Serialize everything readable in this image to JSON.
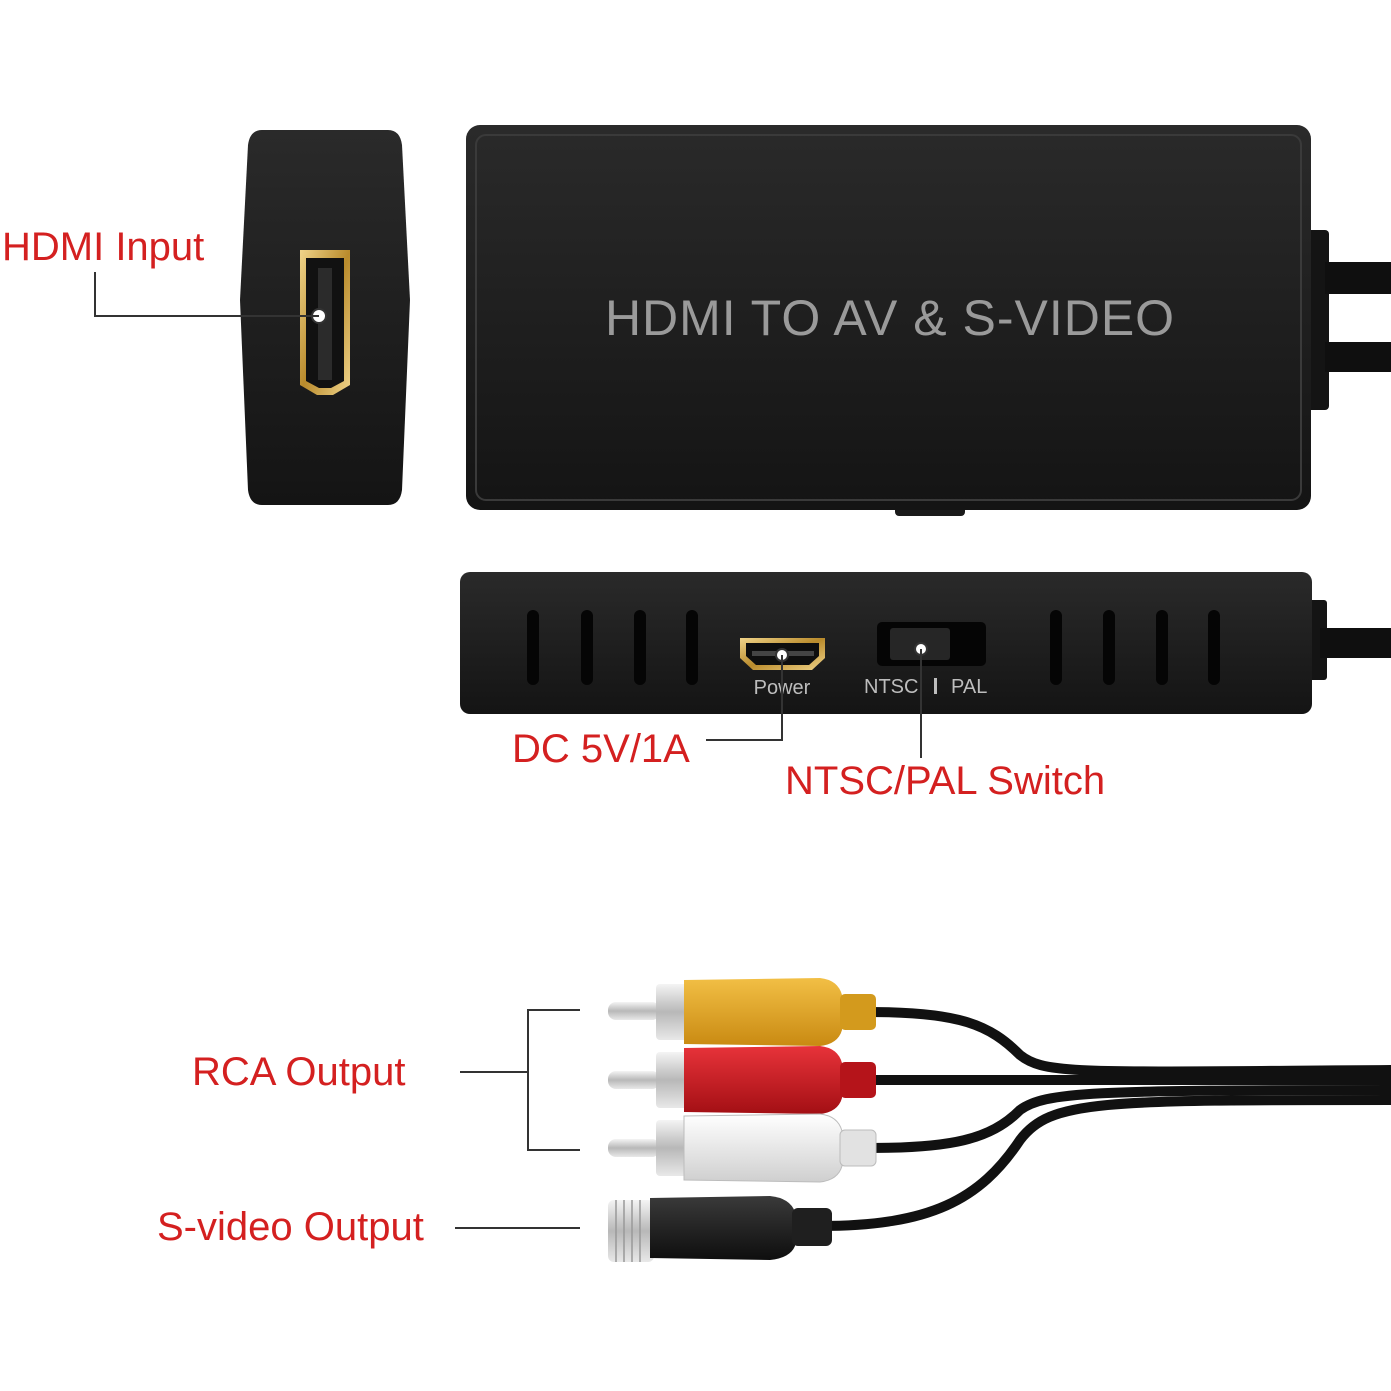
{
  "device": {
    "title": "HDMI TO AV & S-VIDEO",
    "color": "#1c1c1c",
    "title_color": "#9a9a9a"
  },
  "ports": {
    "power_label": "Power",
    "switch_left_label": "NTSC",
    "switch_right_label": "PAL"
  },
  "callouts": {
    "hdmi_input": "HDMI Input",
    "dc_power": "DC 5V/1A",
    "ntsc_pal_switch": "NTSC/PAL Switch",
    "rca_output": "RCA Output",
    "svideo_output": "S-video Output",
    "color": "#d42020"
  },
  "plugs": {
    "yellow": "#e3a21e",
    "red": "#c8161c",
    "white": "#ececec",
    "black": "#1a1a1a"
  }
}
